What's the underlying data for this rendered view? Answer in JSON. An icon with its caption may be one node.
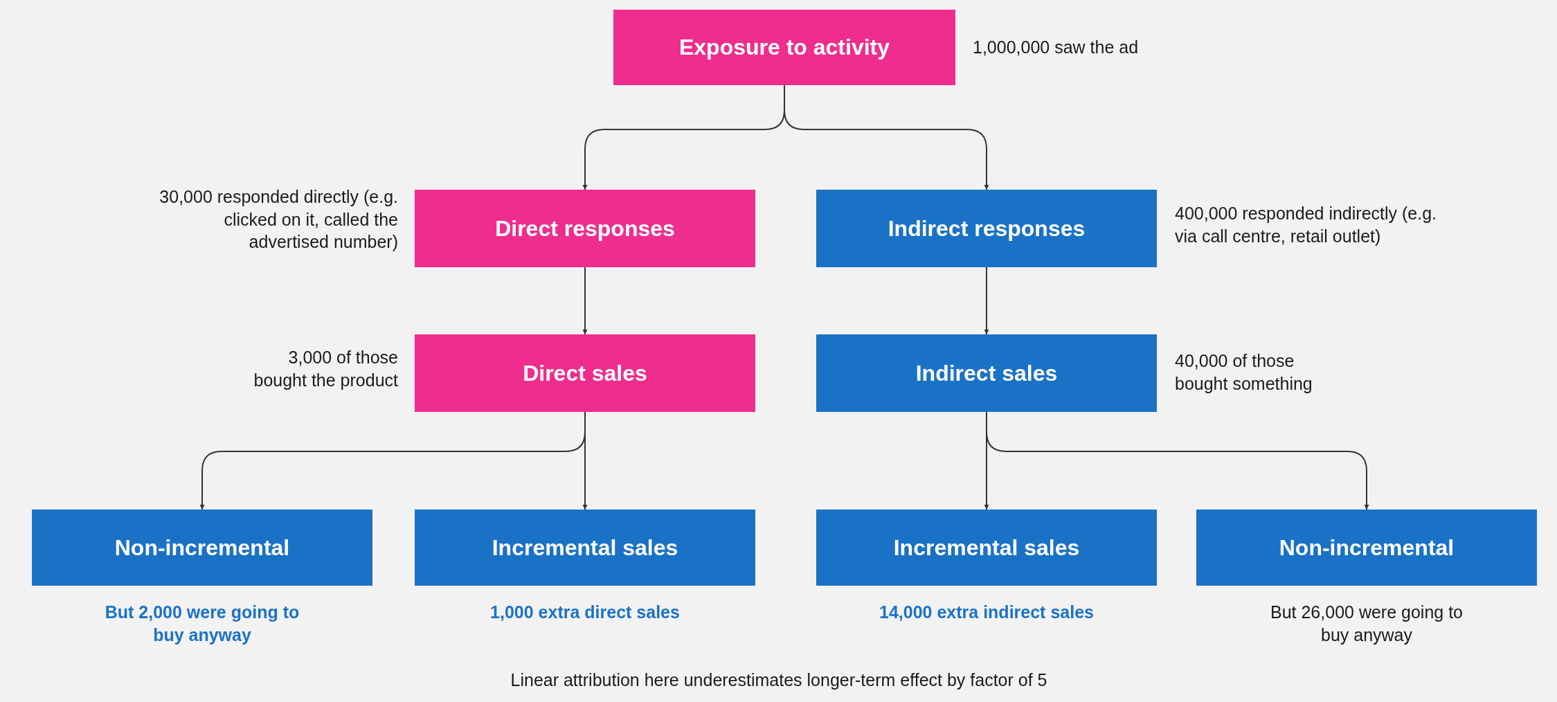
{
  "diagram": {
    "nodes": [
      {
        "text": [
          "Exposure to activity"
        ],
        "beside": [
          "1,000,000 saw the ad"
        ]
      },
      {
        "text": [
          "Direct responses"
        ],
        "beside": [
          "30,000 responded directly (e.g. clicked on it, called the advertised number)"
        ]
      },
      {
        "text": [
          "Indirect responses"
        ],
        "beside": [
          "400,000 responded indirectly (e.g. via call centre, retail outlet)"
        ]
      },
      {
        "text": [
          "Direct sales"
        ],
        "beside": [
          "3,000 of those bought the product"
        ]
      },
      {
        "text": [
          "Indirect sales"
        ],
        "beside": [
          "40,000 of those bought something"
        ]
      },
      {
        "text": [
          "Non-incremental"
        ],
        "beside": [
          "But 2,000 were going to buy anyway"
        ]
      },
      {
        "text": [
          "Incremental sales"
        ],
        "beside": [
          "1,000 extra direct sales"
        ]
      },
      {
        "text": [
          "Incremental sales"
        ],
        "beside": [
          "14,000 extra indirect sales"
        ]
      },
      {
        "text": [
          "Non-incremental"
        ],
        "beside": [
          "But 26,000 were going to buy anyway"
        ]
      }
    ],
    "edges": [
      {
        "from": 0,
        "to": 1,
        "arrow": "to"
      },
      {
        "from": 0,
        "to": 2,
        "arrow": "to"
      },
      {
        "from": 1,
        "to": 3,
        "arrow": "to"
      },
      {
        "from": 2,
        "to": 4,
        "arrow": "to"
      },
      {
        "from": 3,
        "to": 5,
        "arrow": "to"
      },
      {
        "from": 3,
        "to": 6,
        "arrow": "to"
      },
      {
        "from": 4,
        "to": 7,
        "arrow": "to"
      },
      {
        "from": 4,
        "to": 8,
        "arrow": "to"
      }
    ],
    "labels": [
      "Linear attribution here underestimates longer-term effect by factor of 5"
    ]
  }
}
